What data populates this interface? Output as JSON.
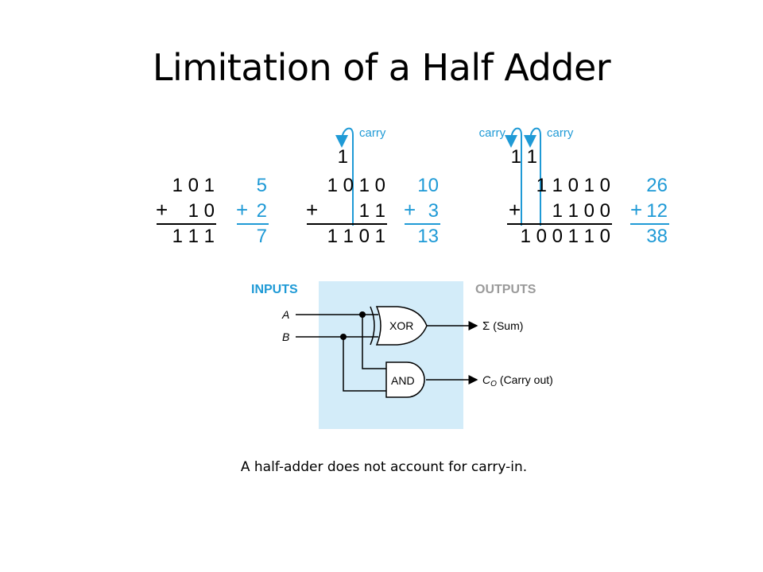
{
  "slide": {
    "title": "Limitation of a Half Adder",
    "caption": "A half-adder does not account for carry-in."
  },
  "examples": {
    "ex1": {
      "binary": {
        "top": "1 0 1",
        "bottom": "1 0",
        "result": "1 1 1",
        "plus": "+"
      },
      "decimal": {
        "top": "5",
        "bottom": "2",
        "result": "7",
        "plus": "+"
      }
    },
    "ex2": {
      "carry_label": "carry",
      "carry_digit": "1",
      "binary": {
        "top": "1 0 1 0",
        "bottom": "1 1",
        "result": "1 1 0 1",
        "plus": "+"
      },
      "decimal": {
        "top": "10",
        "bottom": "3",
        "result": "13",
        "plus": "+"
      }
    },
    "ex3": {
      "carry_label_1": "carry",
      "carry_label_2": "carry",
      "carry_digits": "1 1",
      "binary": {
        "top": "1 1 0 1 0",
        "bottom": "1 1 0 0",
        "result": "1 0 0 1 1 0",
        "plus": "+"
      },
      "decimal": {
        "top": "26",
        "bottom": "12",
        "result": "38",
        "plus": "+"
      }
    }
  },
  "circuit": {
    "inputs_label": "INPUTS",
    "outputs_label": "OUTPUTS",
    "input_a": "A",
    "input_b": "B",
    "xor_label": "XOR",
    "and_label": "AND",
    "sum_symbol": "Σ",
    "sum_text": "(Sum)",
    "carry_symbol": "C",
    "carry_sub": "O",
    "carry_text": "(Carry out)"
  },
  "colors": {
    "accent": "#1f9ad6",
    "panel": "#d3ecf9",
    "label_gray": "#9a9a9a"
  }
}
